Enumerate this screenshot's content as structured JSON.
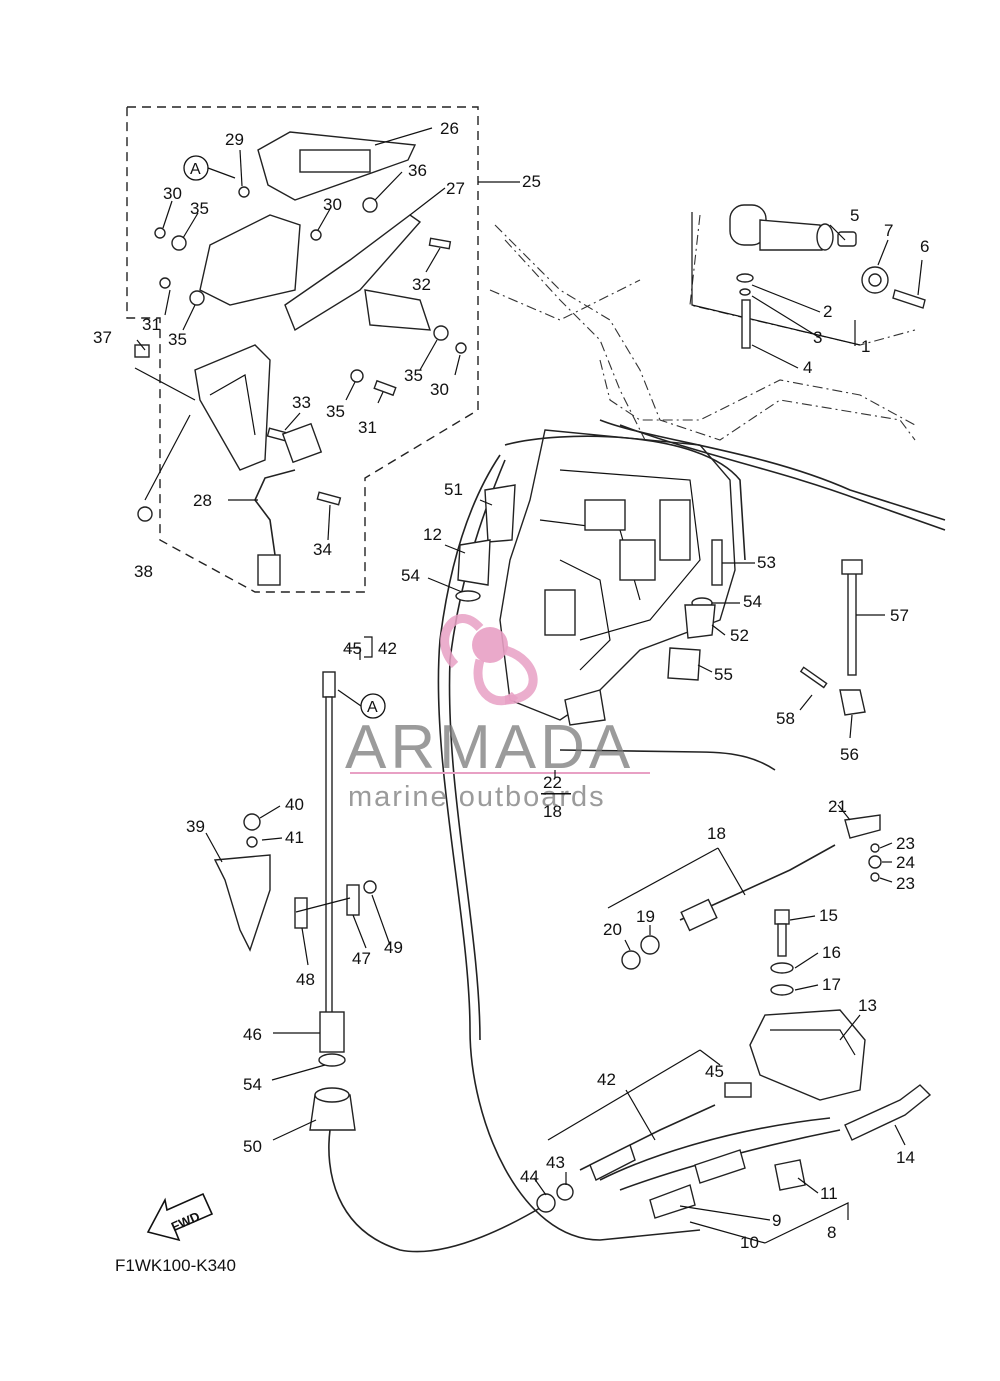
{
  "diagram_code": "F1WK100-K340",
  "watermark": {
    "brand": "ARMADA",
    "tagline": "marine outboards",
    "accent_color": "#e8a0c4",
    "text_color": "#7a7a7a"
  },
  "fwd_label": "FWD",
  "ref_marker": "A",
  "bracket_label": "45",
  "bracket_label_2": "42",
  "callouts": {
    "c1": "1",
    "c2": "2",
    "c3": "3",
    "c4": "4",
    "c5": "5",
    "c6": "6",
    "c7": "7",
    "c8": "8",
    "c9": "9",
    "c10": "10",
    "c11": "11",
    "c12": "12",
    "c13": "13",
    "c14": "14",
    "c15": "15",
    "c16": "16",
    "c17": "17",
    "c18a": "18",
    "c18b": "18",
    "c19": "19",
    "c20": "20",
    "c21": "21",
    "c22": "22",
    "c23a": "23",
    "c23b": "23",
    "c24": "24",
    "c25": "25",
    "c26": "26",
    "c27": "27",
    "c28": "28",
    "c29": "29",
    "c30a": "30",
    "c30b": "30",
    "c30c": "30",
    "c31a": "31",
    "c31b": "31",
    "c32": "32",
    "c33": "33",
    "c34": "34",
    "c35a": "35",
    "c35b": "35",
    "c35c": "35",
    "c35d": "35",
    "c36": "36",
    "c37": "37",
    "c38": "38",
    "c39": "39",
    "c40": "40",
    "c41": "41",
    "c42": "42",
    "c43": "43",
    "c44": "44",
    "c45": "45",
    "c46": "46",
    "c47": "47",
    "c48": "48",
    "c49": "49",
    "c50": "50",
    "c51": "51",
    "c52": "52",
    "c53": "53",
    "c54a": "54",
    "c54b": "54",
    "c54c": "54",
    "c55": "55",
    "c56": "56",
    "c57": "57",
    "c58": "58"
  }
}
